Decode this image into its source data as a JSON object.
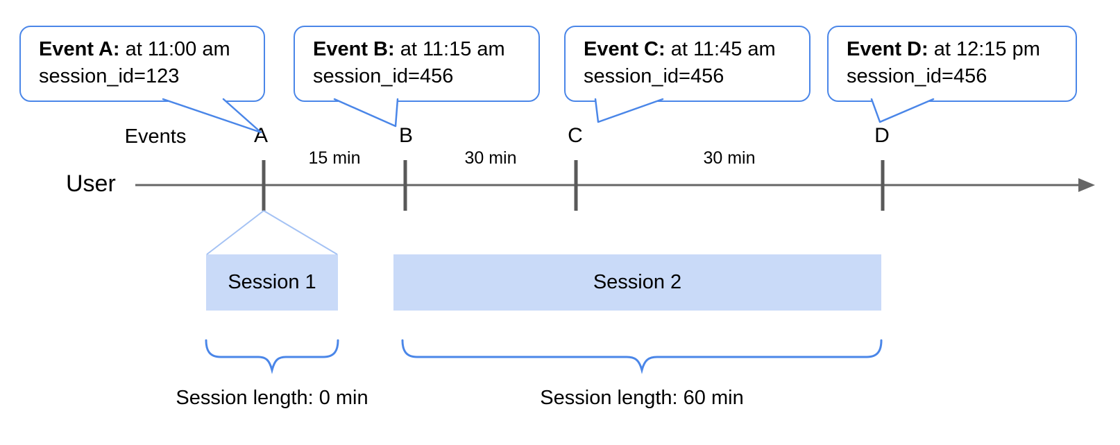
{
  "diagram": {
    "events_label": "Events",
    "user_label": "User",
    "bubbles": [
      {
        "bold": "Event A:",
        "rest": " at 11:00 am",
        "session": "session_id=123"
      },
      {
        "bold": "Event B:",
        "rest": " at 11:15 am",
        "session": "session_id=456"
      },
      {
        "bold": "Event C:",
        "rest": " at 11:45 am",
        "session": "session_id=456"
      },
      {
        "bold": "Event D:",
        "rest": " at 12:15 pm",
        "session": "session_id=456"
      }
    ],
    "event_markers": [
      "A",
      "B",
      "C",
      "D"
    ],
    "intervals": [
      "15 min",
      "30 min",
      "30 min"
    ],
    "sessions": [
      {
        "name": "Session 1",
        "length": "Session length: 0 min"
      },
      {
        "name": "Session 2",
        "length": "Session length: 60 min"
      }
    ],
    "colors": {
      "callout_border": "#4a86e8",
      "brace": "#4a86e8",
      "session_fill": "#c9daf8",
      "funnel_line": "#a4c2f4",
      "timeline": "#666666",
      "tick": "#595959",
      "text": "#000000",
      "background": "#ffffff"
    }
  }
}
